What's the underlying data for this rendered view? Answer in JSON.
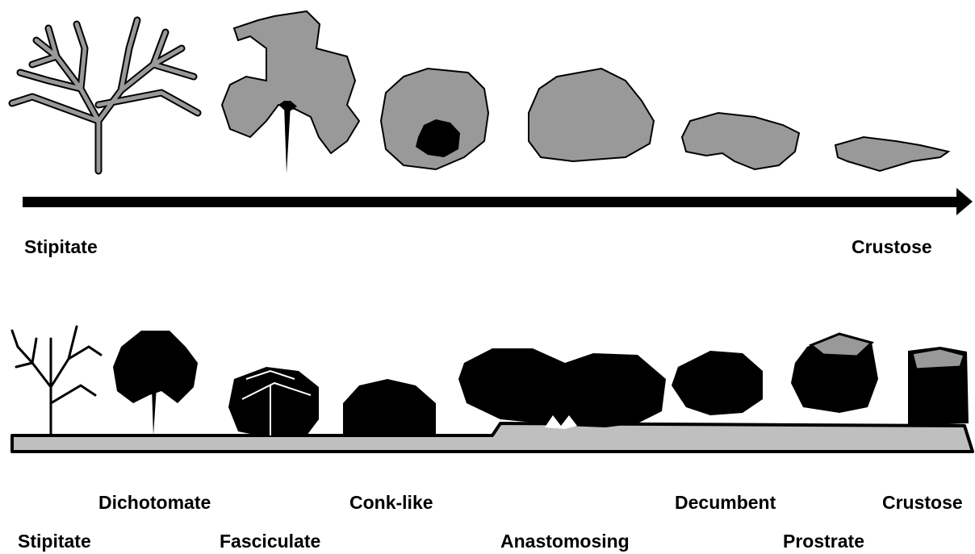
{
  "top_scale": {
    "start_label": "Stipitate",
    "end_label": "Crustose"
  },
  "bottom_forms": {
    "labels": [
      "Stipitate",
      "Dichotomate",
      "Fasciculate",
      "Conk-like",
      "Anastomosing",
      "Decumbent",
      "Prostrate",
      "Crustose"
    ]
  },
  "colors": {
    "fill_gray": "#999999",
    "substrate_gray": "#bfbfbf",
    "ink": "#000000"
  }
}
